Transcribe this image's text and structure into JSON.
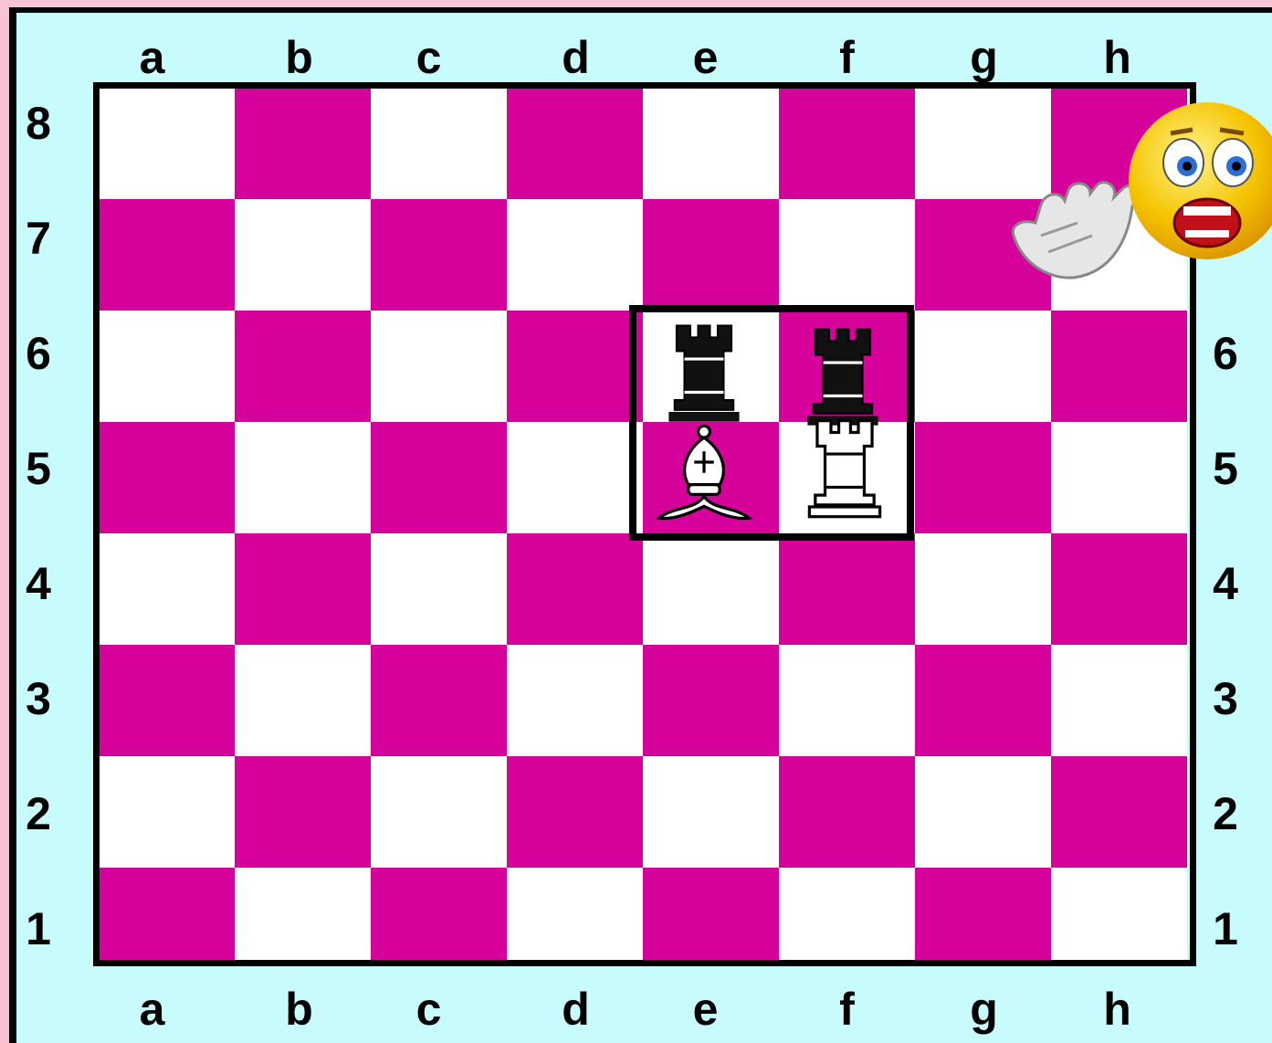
{
  "board": {
    "files_top": [
      "a",
      "b",
      "c",
      "d",
      "e",
      "f",
      "g",
      "h"
    ],
    "files_bottom": [
      "a",
      "b",
      "c",
      "d",
      "e",
      "f",
      "g",
      "h"
    ],
    "ranks_left": [
      "8",
      "7",
      "6",
      "5",
      "4",
      "3",
      "2",
      "1"
    ],
    "ranks_right": [
      "6",
      "5",
      "4",
      "3",
      "2",
      "1"
    ],
    "light_color": "#ffffff",
    "dark_color": "#d6009b",
    "frame_color": "#c8fbfb",
    "highlighted_squares": [
      "e6",
      "f6",
      "e5",
      "f5"
    ]
  },
  "pieces": [
    {
      "square": "e6",
      "type": "rook",
      "color": "black"
    },
    {
      "square": "f6",
      "type": "rook",
      "color": "black"
    },
    {
      "square": "e5",
      "type": "bishop",
      "color": "white"
    },
    {
      "square": "f5",
      "type": "rook",
      "color": "white"
    }
  ],
  "decoration": {
    "icon": "scared-face-emoji-icon"
  }
}
